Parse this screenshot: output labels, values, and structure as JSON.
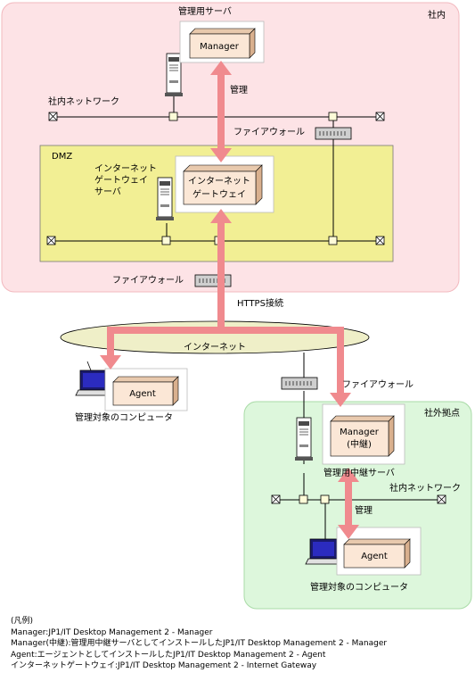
{
  "zones": {
    "internal": "社内",
    "dmz": "DMZ",
    "remote": "社外拠点"
  },
  "labels": {
    "management_server": "管理用サーバ",
    "manager_box": "Manager",
    "internal_network_top": "社内ネットワーク",
    "manage_top": "管理",
    "firewall_top": "ファイアウォール",
    "gateway_server_line1": "インターネット",
    "gateway_server_line2": "ゲートウェイ",
    "gateway_server_line3": "サーバ",
    "gateway_box_line1": "インターネット",
    "gateway_box_line2": "ゲートウェイ",
    "firewall_middle": "ファイアウォール",
    "https": "HTTPS接続",
    "internet": "インターネット",
    "agent_box_left": "Agent",
    "managed_computer_left": "管理対象のコンピュータ",
    "firewall_remote": "ファイアウォール",
    "relay_manager_line1": "Manager",
    "relay_manager_line2": "(中継)",
    "relay_server": "管理用中継サーバ",
    "internal_network_remote": "社内ネットワーク",
    "manage_remote": "管理",
    "agent_box_remote": "Agent",
    "managed_computer_remote": "管理対象のコンピュータ"
  },
  "legend": {
    "title": "(凡例)",
    "items": [
      "Manager:JP1/IT Desktop Management 2 - Manager",
      "Manager(中継):管理用中継サーバとしてインストールしたJP1/IT Desktop Management 2 - Manager",
      "Agent:エージェントとしてインストールしたJP1/IT Desktop Management 2 - Agent",
      "インターネットゲートウェイ:JP1/IT Desktop Management 2 - Internet Gateway"
    ]
  },
  "colors": {
    "internal_zone": "#fde3e6",
    "dmz_zone": "#f2ef94",
    "remote_zone": "#ddf7dc",
    "arrow": "#f08a8e",
    "box": "#fbe7d6",
    "internet_cloud": "#efefc8"
  }
}
